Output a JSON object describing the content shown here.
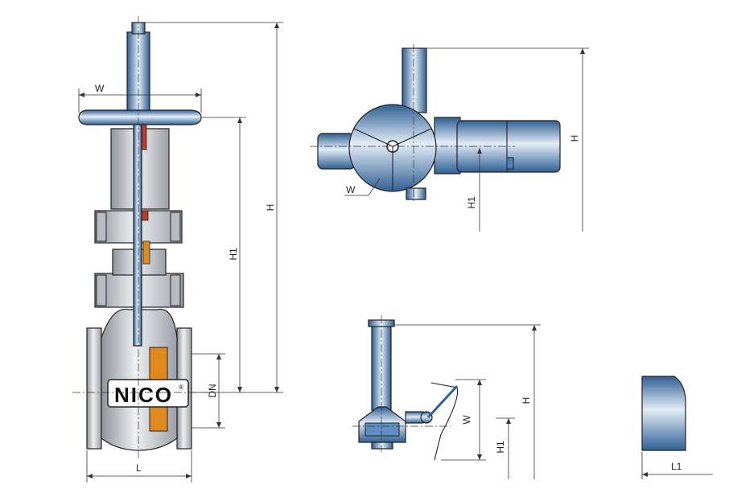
{
  "brand": {
    "logo_text": "NICO",
    "registered_mark": "®"
  },
  "views": {
    "handwheel_valve": {
      "W": "W",
      "H": "H",
      "H1": "H1",
      "DN": "DN",
      "L": "L"
    },
    "electric_actuator": {
      "W": "W",
      "H": "H",
      "H1": "H1"
    },
    "gear_operator": {
      "W": "W",
      "H": "H",
      "H1": "H1"
    },
    "bare_stem": {
      "L1": "L1"
    }
  },
  "colors": {
    "steel_blue": "#4d7fb4",
    "body_grey": "#c9cdd2",
    "accent_orange": "#e08a1e",
    "accent_red": "#c0392b"
  }
}
